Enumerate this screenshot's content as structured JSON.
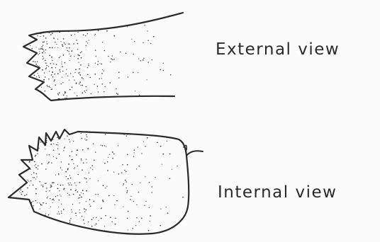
{
  "figure": {
    "panels": [
      {
        "id": "external",
        "label": "External view"
      },
      {
        "id": "internal",
        "label": "Internal view"
      }
    ],
    "colors": {
      "background": "#fbfbfb",
      "ink": "#2a2a2a",
      "stipple": "#3a3a3a"
    }
  }
}
